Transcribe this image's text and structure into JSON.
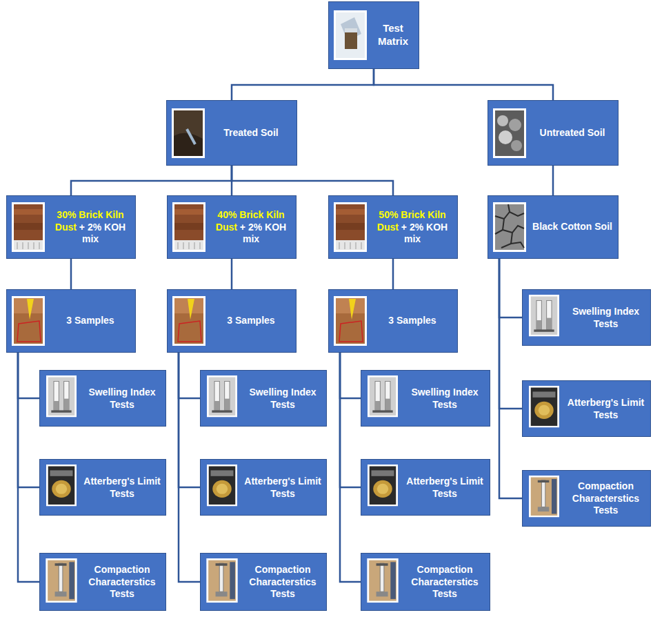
{
  "diagram": {
    "nodes": [
      {
        "text": [
          "Test Matrix"
        ]
      },
      {
        "text": [
          "Treated Soil"
        ]
      },
      {
        "text": [
          "Untreated Soil"
        ]
      },
      {
        "text": [
          "30% Brick Kiln Dust",
          "+ 2% KOH mix"
        ]
      },
      {
        "text": [
          "40% Brick Kiln Dust",
          "+ 2% KOH mix"
        ]
      },
      {
        "text": [
          "50% Brick Kiln Dust",
          "+ 2% KOH mix"
        ]
      },
      {
        "text": [
          "Black Cotton Soil"
        ]
      },
      {
        "text": [
          "3 Samples"
        ]
      },
      {
        "text": [
          "3 Samples"
        ]
      },
      {
        "text": [
          "3 Samples"
        ]
      },
      {
        "text": [
          "Swelling Index Tests"
        ]
      },
      {
        "text": [
          "Atterberg's Limit Tests"
        ]
      },
      {
        "text": [
          "Compaction Characterstics Tests"
        ]
      },
      {
        "text": [
          "Swelling Index Tests"
        ]
      },
      {
        "text": [
          "Atterberg's Limit Tests"
        ]
      },
      {
        "text": [
          "Compaction Characterstics Tests"
        ]
      },
      {
        "text": [
          "Swelling Index Tests"
        ]
      },
      {
        "text": [
          "Atterberg's Limit Tests"
        ]
      },
      {
        "text": [
          "Compaction Characterstics Tests"
        ]
      },
      {
        "text": [
          "Swelling Index Tests"
        ]
      },
      {
        "text": [
          "Atterberg's Limit Tests"
        ]
      },
      {
        "text": [
          "Compaction Characterstics Tests"
        ]
      }
    ],
    "edges": [
      {
        "from": 0,
        "to": 1,
        "arrow": "none"
      },
      {
        "from": 0,
        "to": 2,
        "arrow": "none"
      },
      {
        "from": 1,
        "to": 3,
        "arrow": "none"
      },
      {
        "from": 1,
        "to": 4,
        "arrow": "none"
      },
      {
        "from": 1,
        "to": 5,
        "arrow": "none"
      },
      {
        "from": 2,
        "to": 6,
        "arrow": "none"
      },
      {
        "from": 3,
        "to": 7,
        "arrow": "none"
      },
      {
        "from": 4,
        "to": 8,
        "arrow": "none"
      },
      {
        "from": 5,
        "to": 9,
        "arrow": "none"
      },
      {
        "from": 7,
        "to": 10,
        "arrow": "none"
      },
      {
        "from": 7,
        "to": 11,
        "arrow": "none"
      },
      {
        "from": 7,
        "to": 12,
        "arrow": "none"
      },
      {
        "from": 8,
        "to": 13,
        "arrow": "none"
      },
      {
        "from": 8,
        "to": 14,
        "arrow": "none"
      },
      {
        "from": 8,
        "to": 15,
        "arrow": "none"
      },
      {
        "from": 9,
        "to": 16,
        "arrow": "none"
      },
      {
        "from": 9,
        "to": 17,
        "arrow": "none"
      },
      {
        "from": 9,
        "to": 18,
        "arrow": "none"
      },
      {
        "from": 6,
        "to": 19,
        "arrow": "none"
      },
      {
        "from": 6,
        "to": 20,
        "arrow": "none"
      },
      {
        "from": 6,
        "to": 21,
        "arrow": "none"
      }
    ]
  }
}
